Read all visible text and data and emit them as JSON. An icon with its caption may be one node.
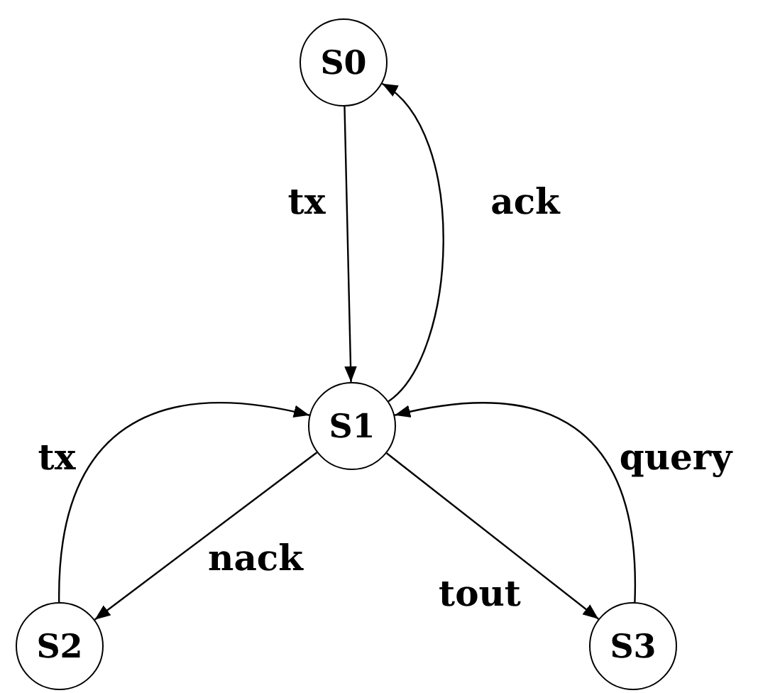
{
  "diagram": {
    "nodes": [
      {
        "text": [
          "S0"
        ]
      },
      {
        "text": [
          "S1"
        ]
      },
      {
        "text": [
          "S2"
        ]
      },
      {
        "text": [
          "S3"
        ]
      }
    ],
    "edges": [
      {
        "from": 0,
        "to": 1,
        "arrow": "to",
        "label": "tx"
      },
      {
        "from": 1,
        "to": 0,
        "arrow": "to",
        "label": "ack"
      },
      {
        "from": 2,
        "to": 1,
        "arrow": "to",
        "label": "tx"
      },
      {
        "from": 1,
        "to": 2,
        "arrow": "to",
        "label": "nack"
      },
      {
        "from": 1,
        "to": 3,
        "arrow": "to",
        "label": "tout"
      },
      {
        "from": 3,
        "to": 1,
        "arrow": "to",
        "label": "query"
      }
    ]
  }
}
